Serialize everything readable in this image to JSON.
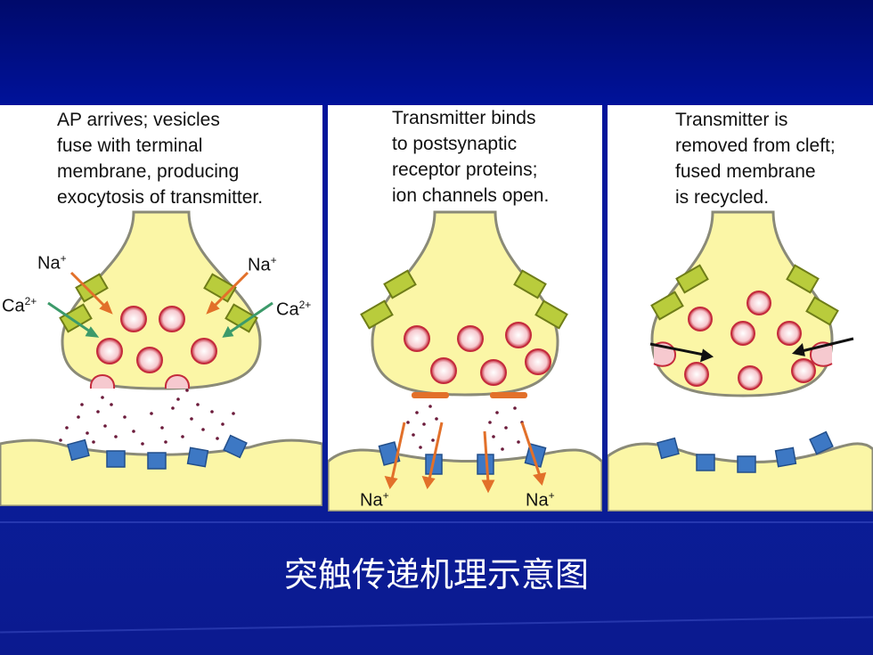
{
  "panels": [
    {
      "caption": "AP arrives; vesicles\nfuse with terminal\nmembrane, producing\nexocytosis of transmitter.",
      "labels": {
        "na_left": "Na",
        "na_left_sup": "+",
        "na_right": "Na",
        "na_right_sup": "+",
        "ca_left": "Ca",
        "ca_left_sup": "2+",
        "ca_right": "Ca",
        "ca_right_sup": "2+"
      }
    },
    {
      "caption": "Transmitter binds\nto postsynaptic\nreceptor proteins;\nion channels open.",
      "labels": {
        "na_left": "Na",
        "na_left_sup": "+",
        "na_right": "Na",
        "na_right_sup": "+"
      }
    },
    {
      "caption": "Transmitter is\nremoved from cleft;\nfused membrane\nis recycled."
    }
  ],
  "slide_title": "突触传递机理示意图",
  "colors": {
    "background": "#00129a",
    "cell_fill": "#fbf6a6",
    "vesicle": "#c42b3c",
    "channel": "#b9cc3c",
    "receptor": "#3d78c4",
    "na_arrow": "#e2702a",
    "ca_arrow": "#3c9a6a"
  }
}
